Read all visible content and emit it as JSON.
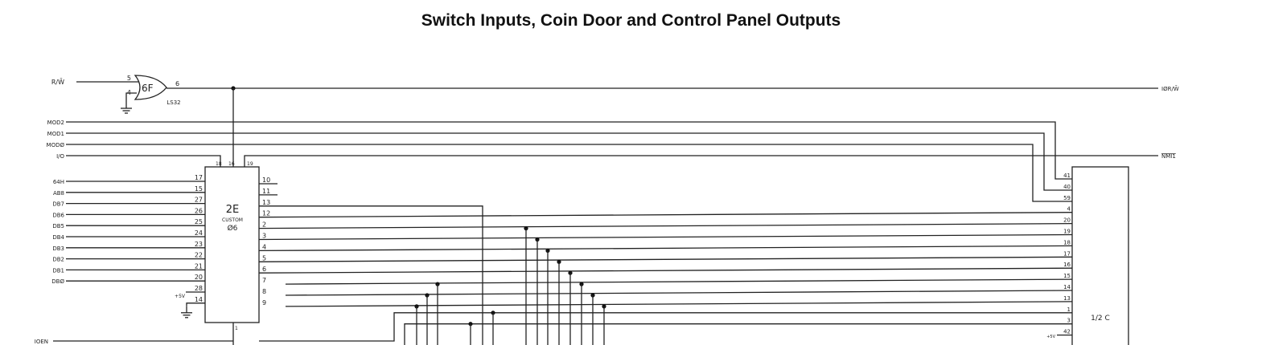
{
  "title": "Switch Inputs, Coin Door  and Control Panel Outputs",
  "gate": {
    "name": "6F",
    "part": "LS32",
    "pins": [
      "5",
      "4",
      "6"
    ]
  },
  "chip_2e": {
    "name": "2E",
    "sub1": "CUSTOM",
    "sub2": "Ø6",
    "top_pins": [
      "18",
      "16",
      "19"
    ],
    "left_pins": [
      "17",
      "15",
      "27",
      "26",
      "25",
      "24",
      "23",
      "22",
      "21",
      "20",
      "28",
      "14"
    ],
    "right_pins": [
      "10",
      "11",
      "13",
      "12",
      "2",
      "3",
      "4",
      "5",
      "6",
      "7",
      "8",
      "9"
    ],
    "bottom_pin": "1"
  },
  "chip_2c": {
    "name": "1/2 C",
    "pins": [
      "41",
      "40",
      "59",
      "4",
      "20",
      "19",
      "18",
      "17",
      "16",
      "15",
      "14",
      "13",
      "1",
      "3",
      "42"
    ],
    "supply": "+5V"
  },
  "signals_left": {
    "rw": "R/W̄",
    "mod2": "MOD2",
    "mod1": "MOD1",
    "mod0": "MODØ",
    "io": "I/O",
    "inputs": [
      "64H",
      "AB8",
      "DB7",
      "DB6",
      "DB5",
      "DB4",
      "DB3",
      "DB2",
      "DB1",
      "DBØ"
    ],
    "supply": "+5V",
    "ioen": "IOEN"
  },
  "signals_right": {
    "iorw": "IØR/W̄",
    "nmi": "NMI1"
  }
}
